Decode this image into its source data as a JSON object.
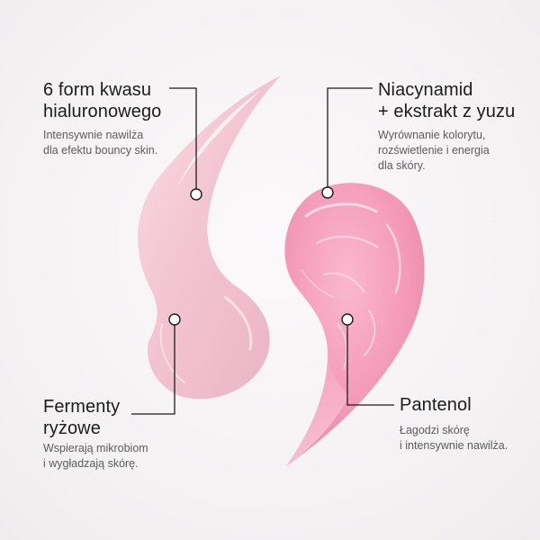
{
  "callouts": {
    "hyaluronic": {
      "title": [
        "6 form kwasu",
        "hialuronowego"
      ],
      "description": [
        "Intensywnie nawilża",
        "dla efektu bouncy skin."
      ]
    },
    "niacinamide": {
      "title": [
        "Niacynamid",
        "+ ekstrakt z yuzu"
      ],
      "description": [
        "Wyrównanie kolorytu,",
        "rozświetlenie i energia",
        "dla skóry."
      ]
    },
    "rice": {
      "title": [
        "Fermenty",
        "ryżowe"
      ],
      "description": [
        "Wspierają mikrobiom",
        "i wygładzają skórę."
      ]
    },
    "panthenol": {
      "title": [
        "Pantenol"
      ],
      "description": [
        "Łagodzi skórę",
        "i intensywnie nawilża."
      ]
    }
  },
  "colors": {
    "cream": "#f4c6d3",
    "gel": "#f59ab8",
    "text": "#1c1c1c",
    "muted": "#5c5c5c",
    "line": "#1c1c1c"
  }
}
